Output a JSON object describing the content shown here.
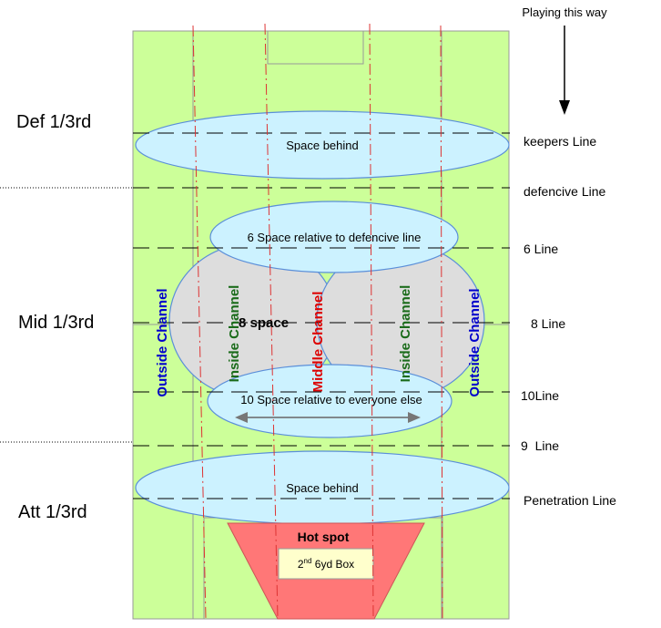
{
  "direction": {
    "text": "Playing this way"
  },
  "thirds": [
    {
      "label": "Def 1/3rd"
    },
    {
      "label": "Mid 1/3rd"
    },
    {
      "label": "Att 1/3rd"
    }
  ],
  "lines": [
    {
      "label": "keepers Line"
    },
    {
      "label": "defencive Line"
    },
    {
      "label": "6 Line"
    },
    {
      "label": "8 Line"
    },
    {
      "label": "10Line"
    },
    {
      "label": "9  Line"
    },
    {
      "label": "Penetration Line"
    }
  ],
  "zones": {
    "space_behind_top": "Space behind",
    "space_6": "6 Space relative to defencive line",
    "space_8": "8 space",
    "space_10": "10 Space relative to everyone else",
    "space_behind_bottom": "Space behind",
    "hot_spot": "Hot spot",
    "box_prefix": "2",
    "box_sup": "nd",
    "box_suffix": " 6yd Box"
  },
  "channels": {
    "outside_left": "Outside Channel",
    "inside_left": "Inside Channel",
    "middle": "Middle Channel",
    "inside_right": "Inside Channel",
    "outside_right": "Outside Channel"
  },
  "colors": {
    "pitch": "#ccff99",
    "pitch_stroke": "#999999",
    "space_behind": "#ccf2ff",
    "space_12_fill": "#dddddd",
    "hot_spot": "#ff7777",
    "box_fill": "#ffffcc",
    "outside_channel": "#0000cc",
    "inside_channel": "#1a6b1a",
    "middle_channel": "#dd0000",
    "channel_line": "#dd3333"
  }
}
